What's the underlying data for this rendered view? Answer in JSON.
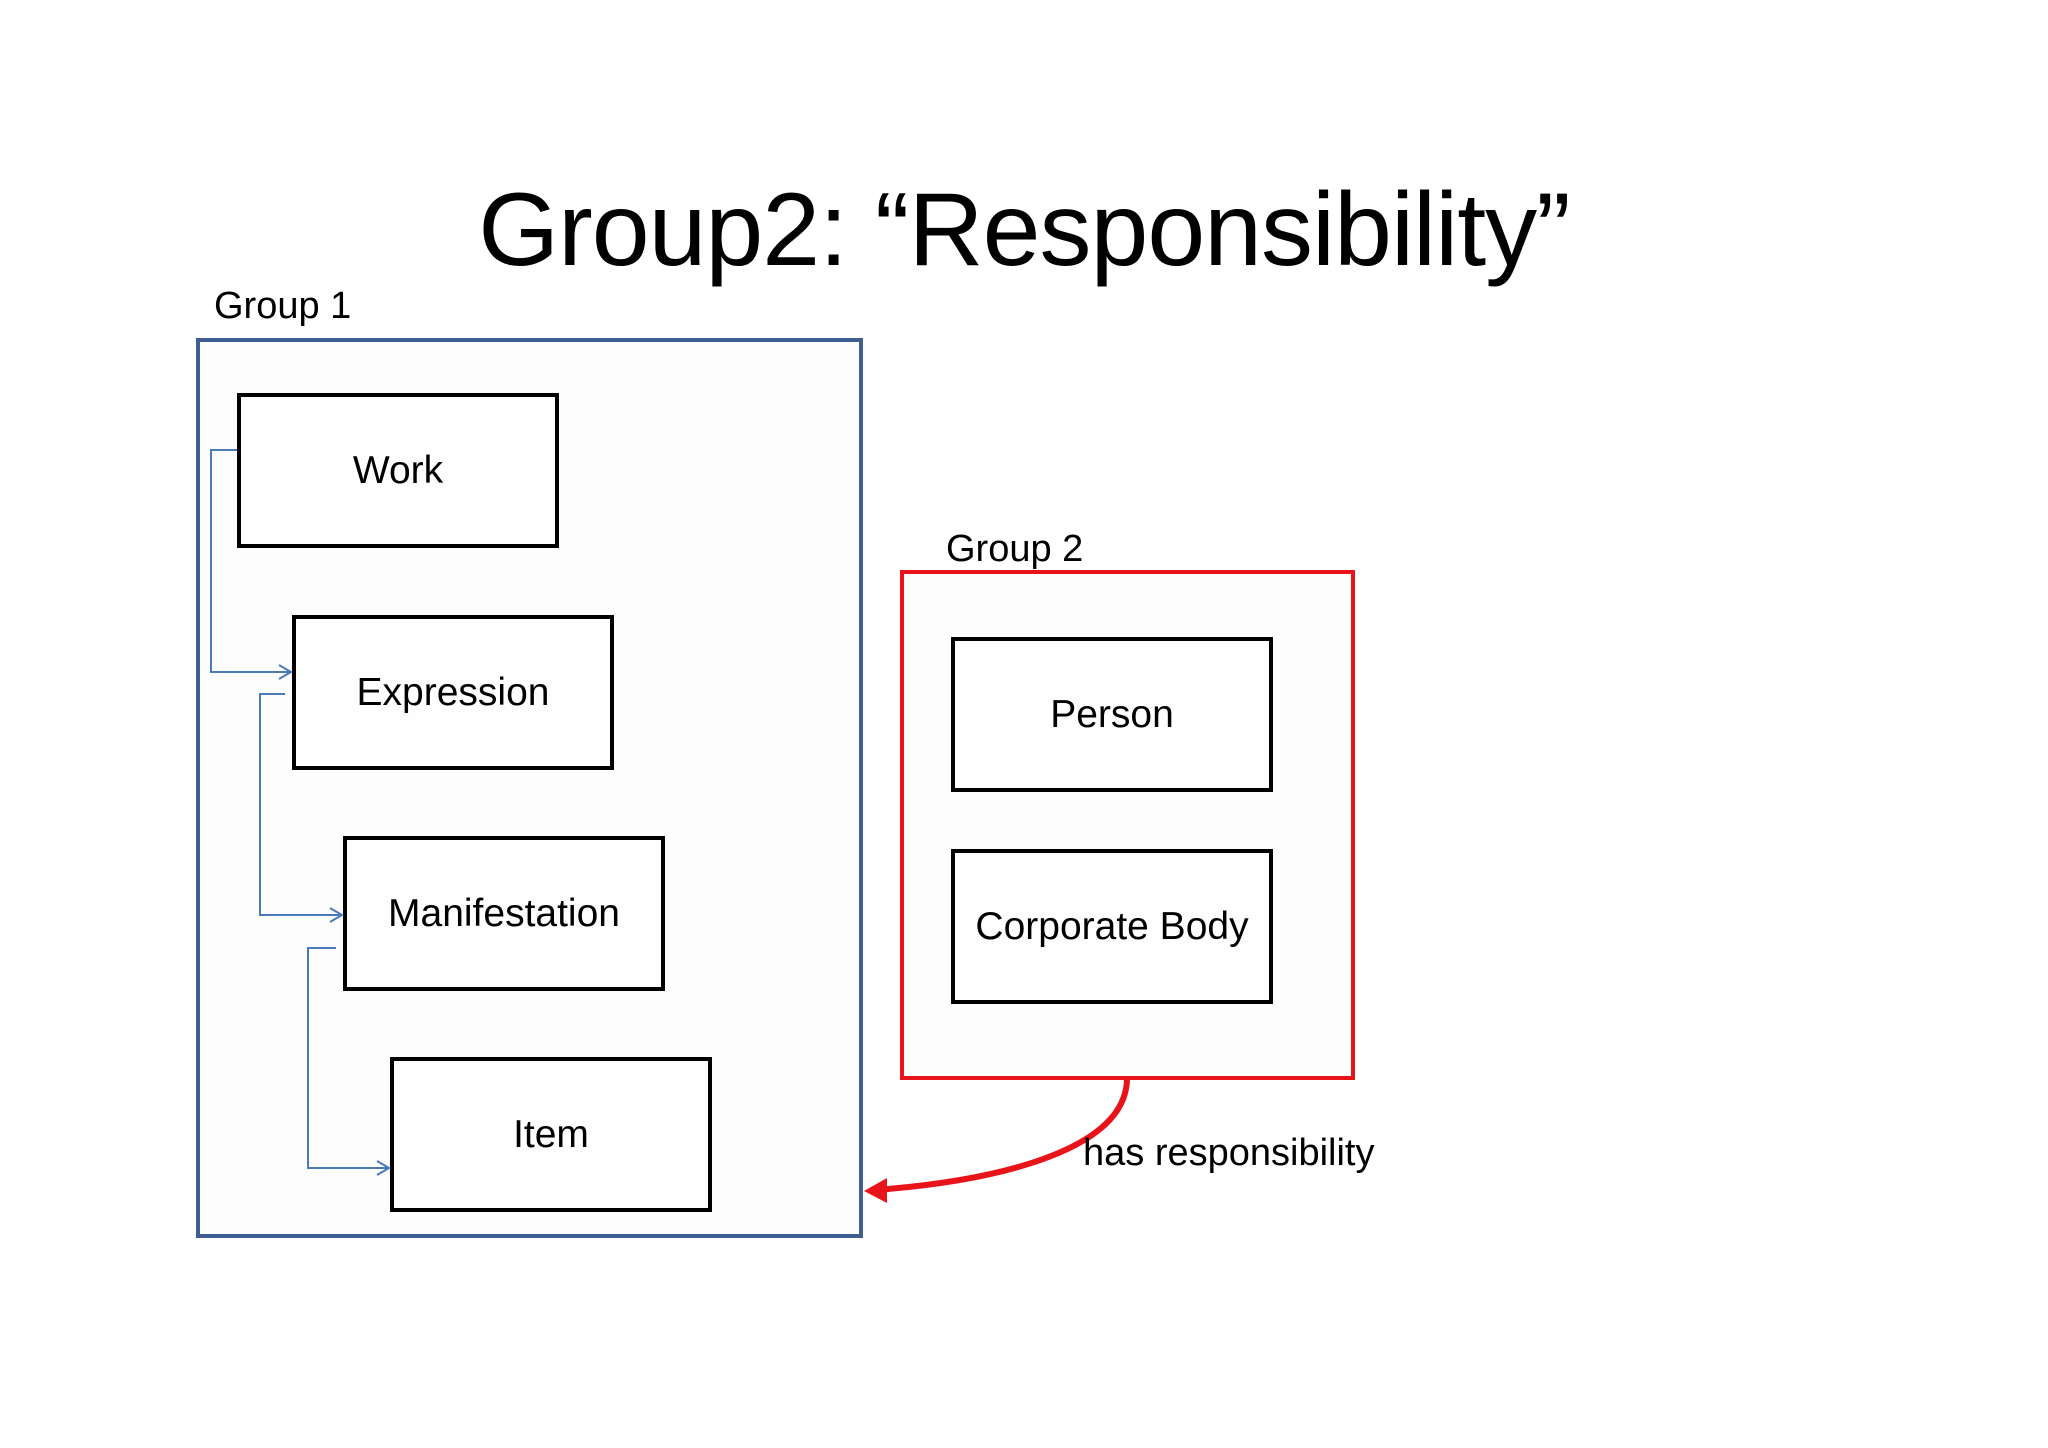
{
  "title": "Group2: “Responsibility”",
  "group1": {
    "label": "Group 1",
    "entities": [
      "Work",
      "Expression",
      "Manifestation",
      "Item"
    ]
  },
  "group2": {
    "label": "Group 2",
    "entities": [
      "Person",
      "Corporate Body"
    ]
  },
  "relationship": {
    "label": "has responsibility"
  },
  "colors": {
    "group1_border": "#3d5f91",
    "group2_border": "#e8141a",
    "hierarchy_connector": "#4a7ab8",
    "relationship_arrow": "#e8141a"
  }
}
